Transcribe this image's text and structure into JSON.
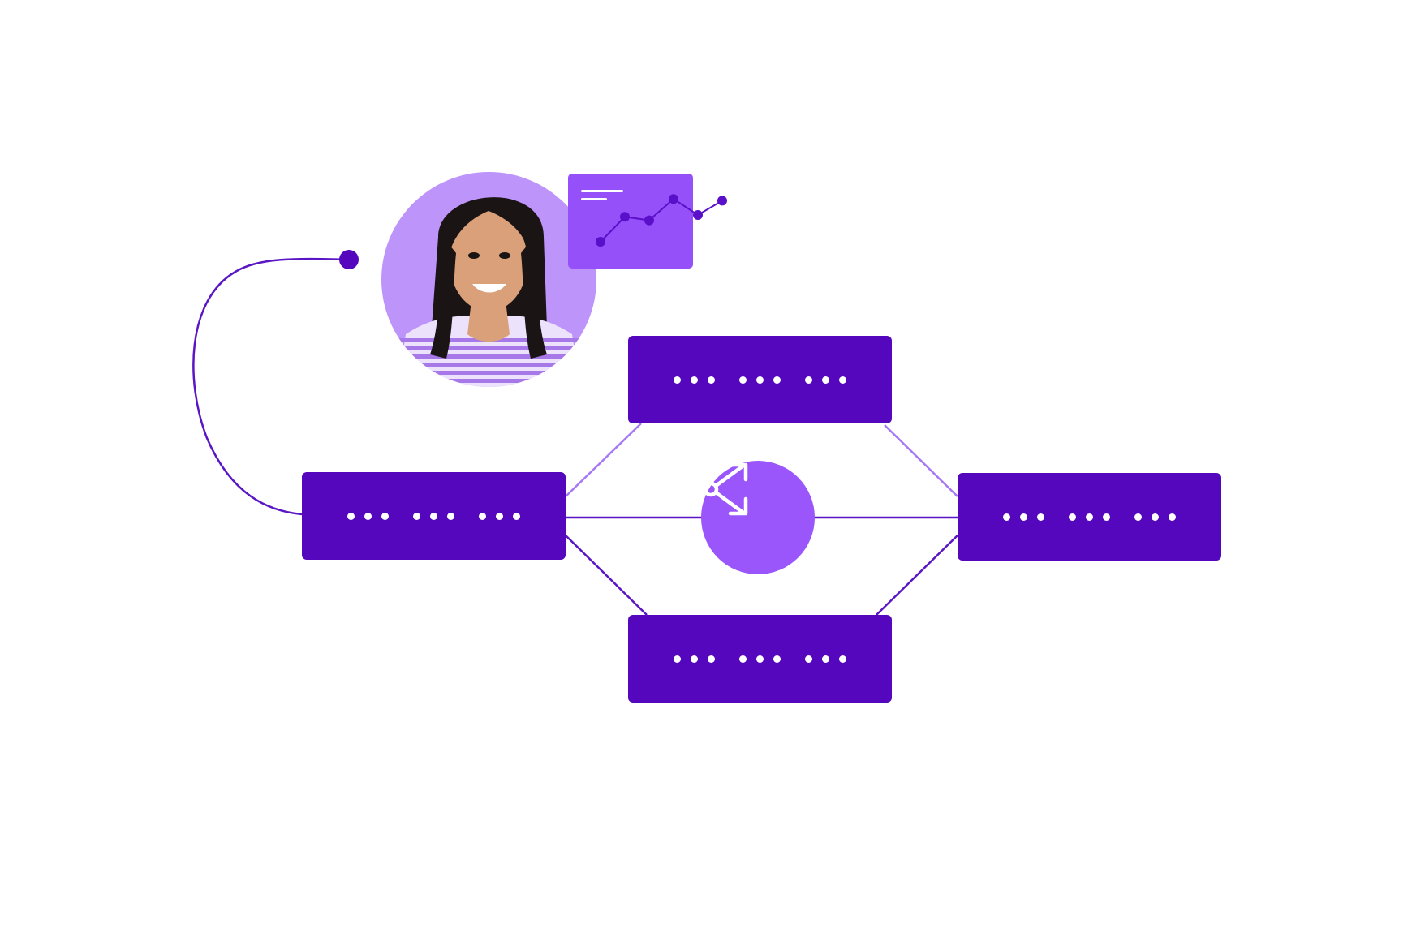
{
  "colors": {
    "background": "#ffffff",
    "node_fill": "#5507bd",
    "node_dot": "#ffffff",
    "hub_fill": "#9a55fb",
    "hub_icon": "#ffffff",
    "connector_light": "#a678f5",
    "connector_dark": "#5a16c4",
    "chart_card_fill": "#9650fa",
    "chart_card_lines": "#ffffff",
    "chart_series": "#5a0fc8",
    "avatar_background": "#bd94fa",
    "skin": "#d9a07a",
    "hair": "#1a1414",
    "shirt_stripe": "#a778e8",
    "shirt_base": "#ece2fb"
  },
  "icons": {
    "hub": "split-arrows-icon",
    "avatar": "person-photo"
  },
  "nodes": [
    {
      "id": "top",
      "dot_groups": 3,
      "dots_per_group": 3
    },
    {
      "id": "left",
      "dot_groups": 3,
      "dots_per_group": 3
    },
    {
      "id": "right",
      "dot_groups": 3,
      "dots_per_group": 3
    },
    {
      "id": "bottom",
      "dot_groups": 3,
      "dots_per_group": 3
    }
  ],
  "mini_chart": {
    "type": "line",
    "values": [
      1,
      2.4,
      2.2,
      3.4,
      2.5,
      3.3
    ]
  }
}
